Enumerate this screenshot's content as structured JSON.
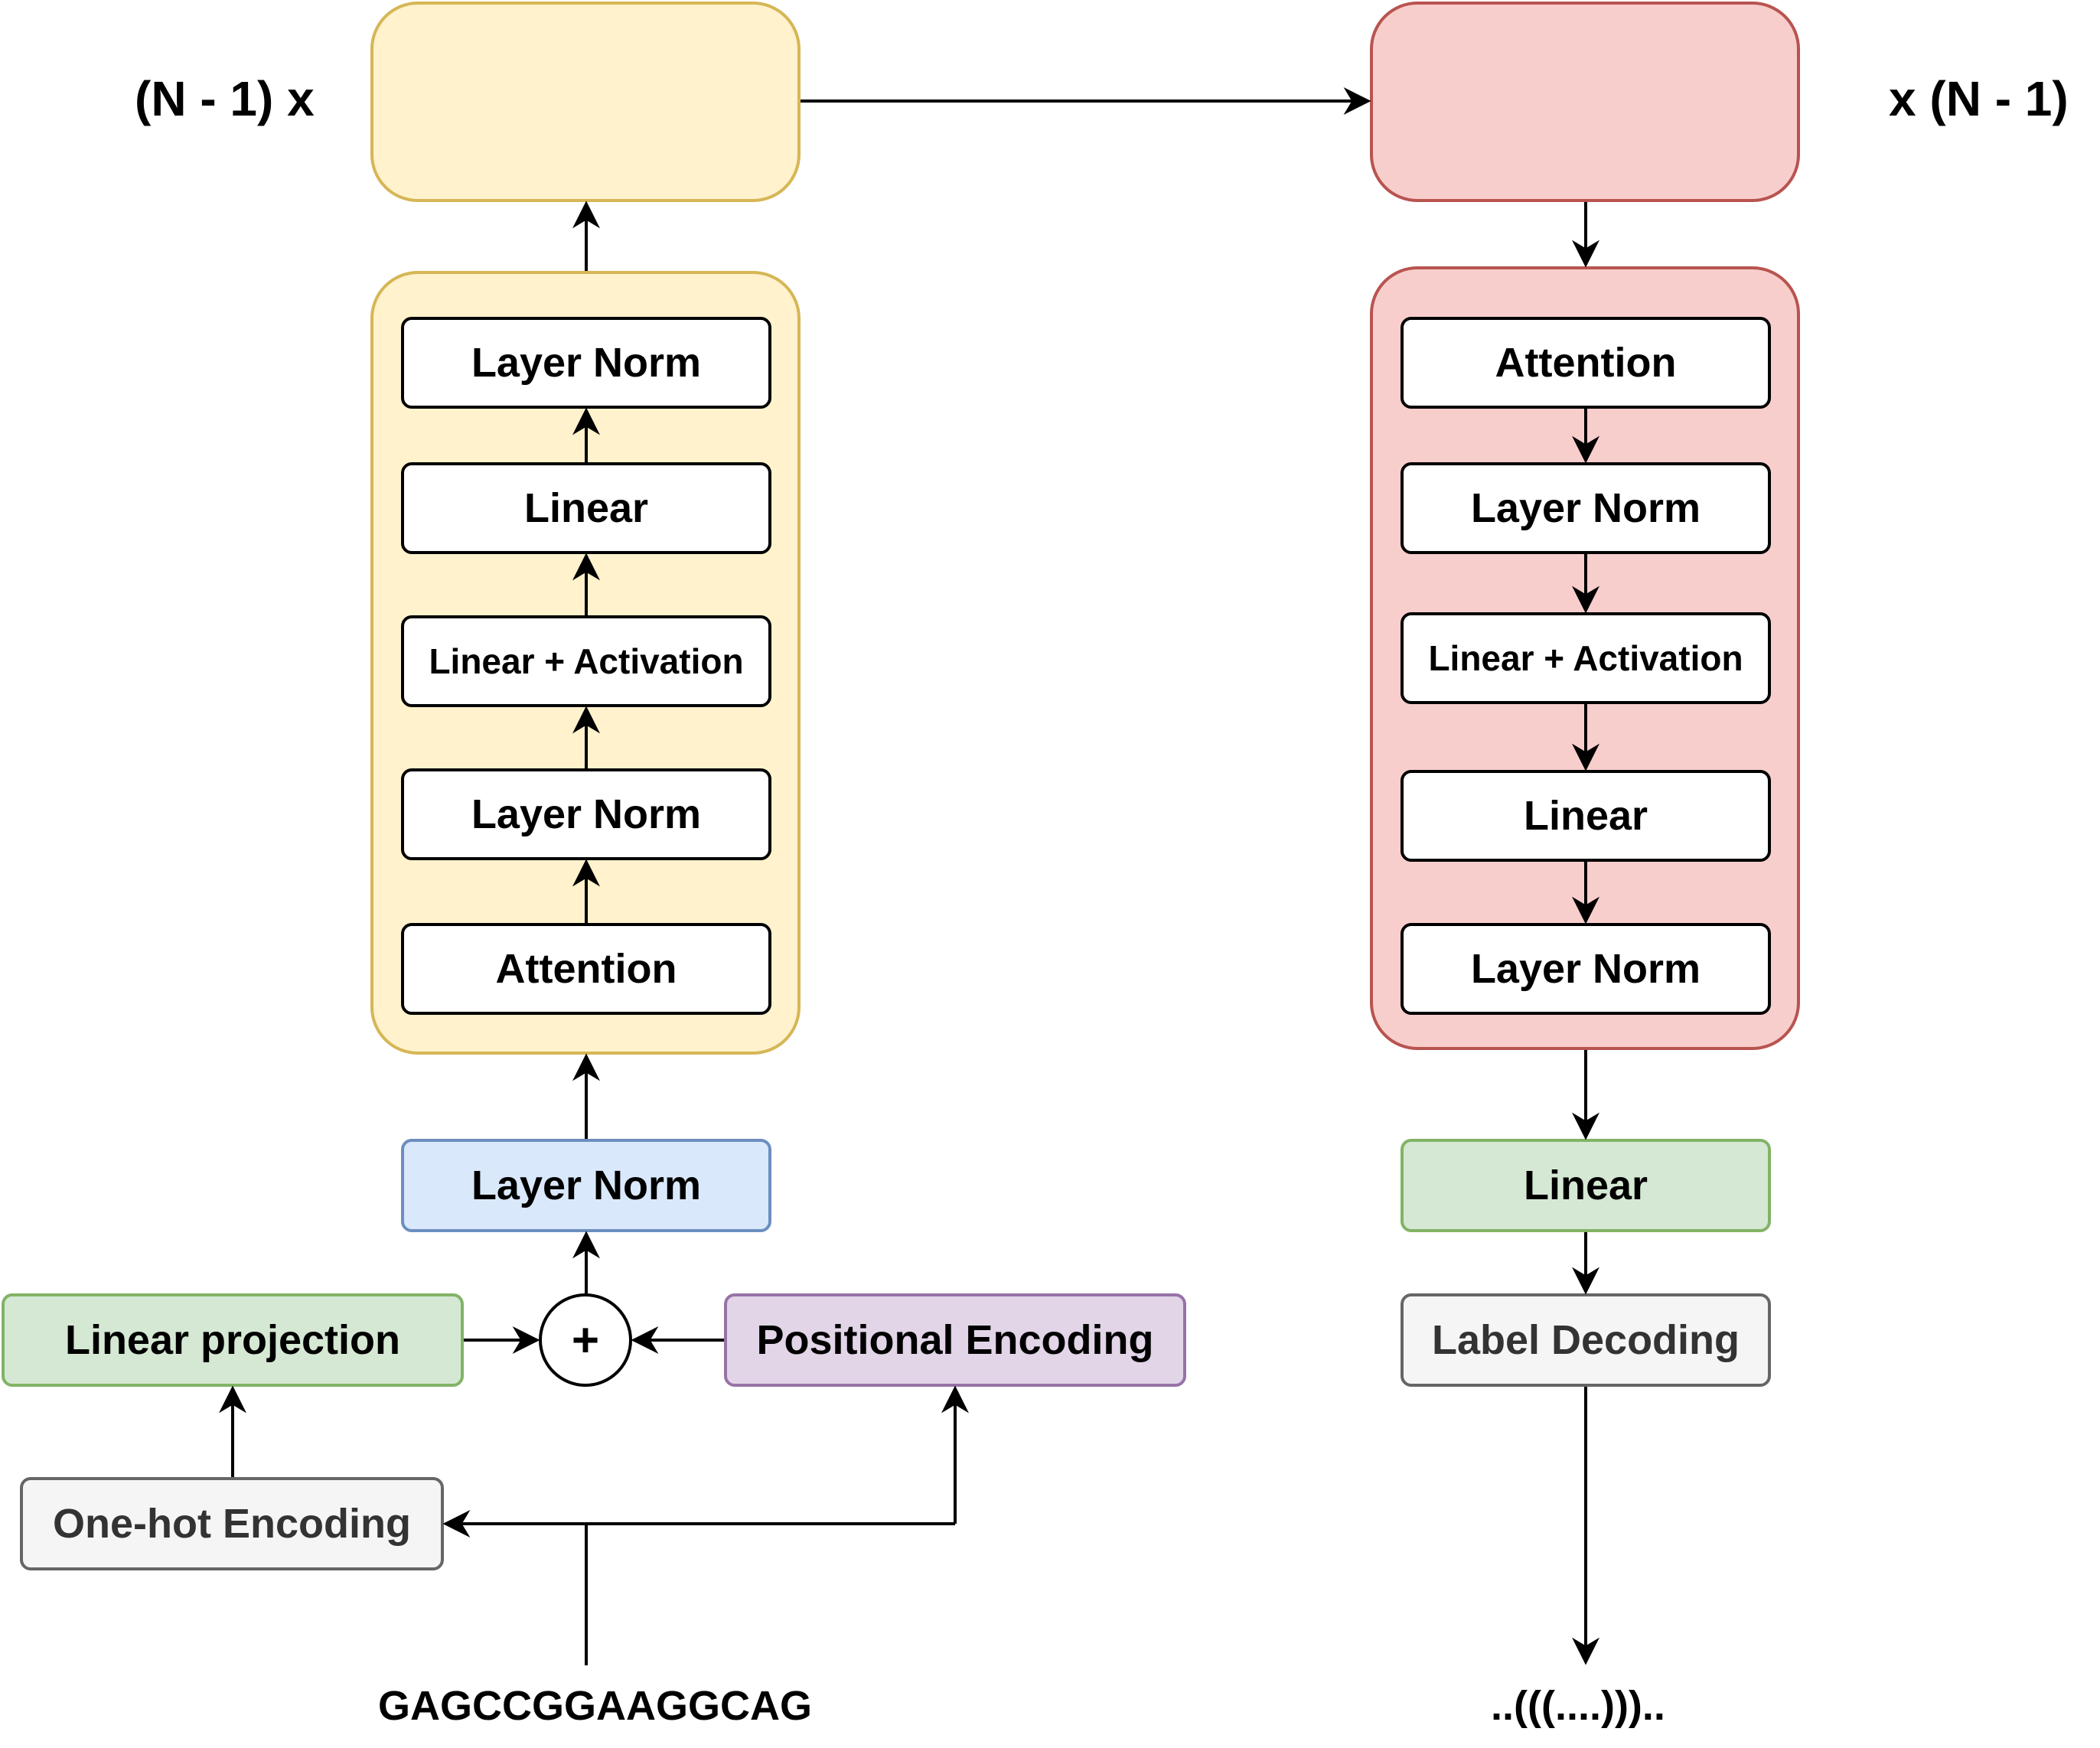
{
  "left_repeat_label": "(N - 1) x",
  "right_repeat_label": "x (N - 1)",
  "encoder": {
    "layers": [
      "Layer Norm",
      "Linear",
      "Linear + Activation",
      "Layer Norm",
      "Attention"
    ],
    "input_norm": "Layer Norm"
  },
  "decoder": {
    "layers": [
      "Attention",
      "Layer Norm",
      "Linear + Activation",
      "Linear",
      "Layer Norm"
    ],
    "output_linear": "Linear",
    "label_decoding": "Label Decoding"
  },
  "input": {
    "linear_projection": "Linear projection",
    "plus": "+",
    "positional_encoding": "Positional Encoding",
    "one_hot_encoding": "One-hot Encoding",
    "sequence": "GAGCCGGAAGGCAG"
  },
  "output": {
    "structure": "..(((....)))..",
    "ellipsis": "…"
  },
  "colors": {
    "encoder_fill": "#fff2cc",
    "encoder_border": "#d6b656",
    "decoder_fill": "#f8cecc",
    "decoder_border": "#b85450",
    "norm_fill": "#dae8fc",
    "linear_fill": "#d5e8d4",
    "positional_fill": "#e1d5e7",
    "gray_fill": "#f5f5f5"
  }
}
